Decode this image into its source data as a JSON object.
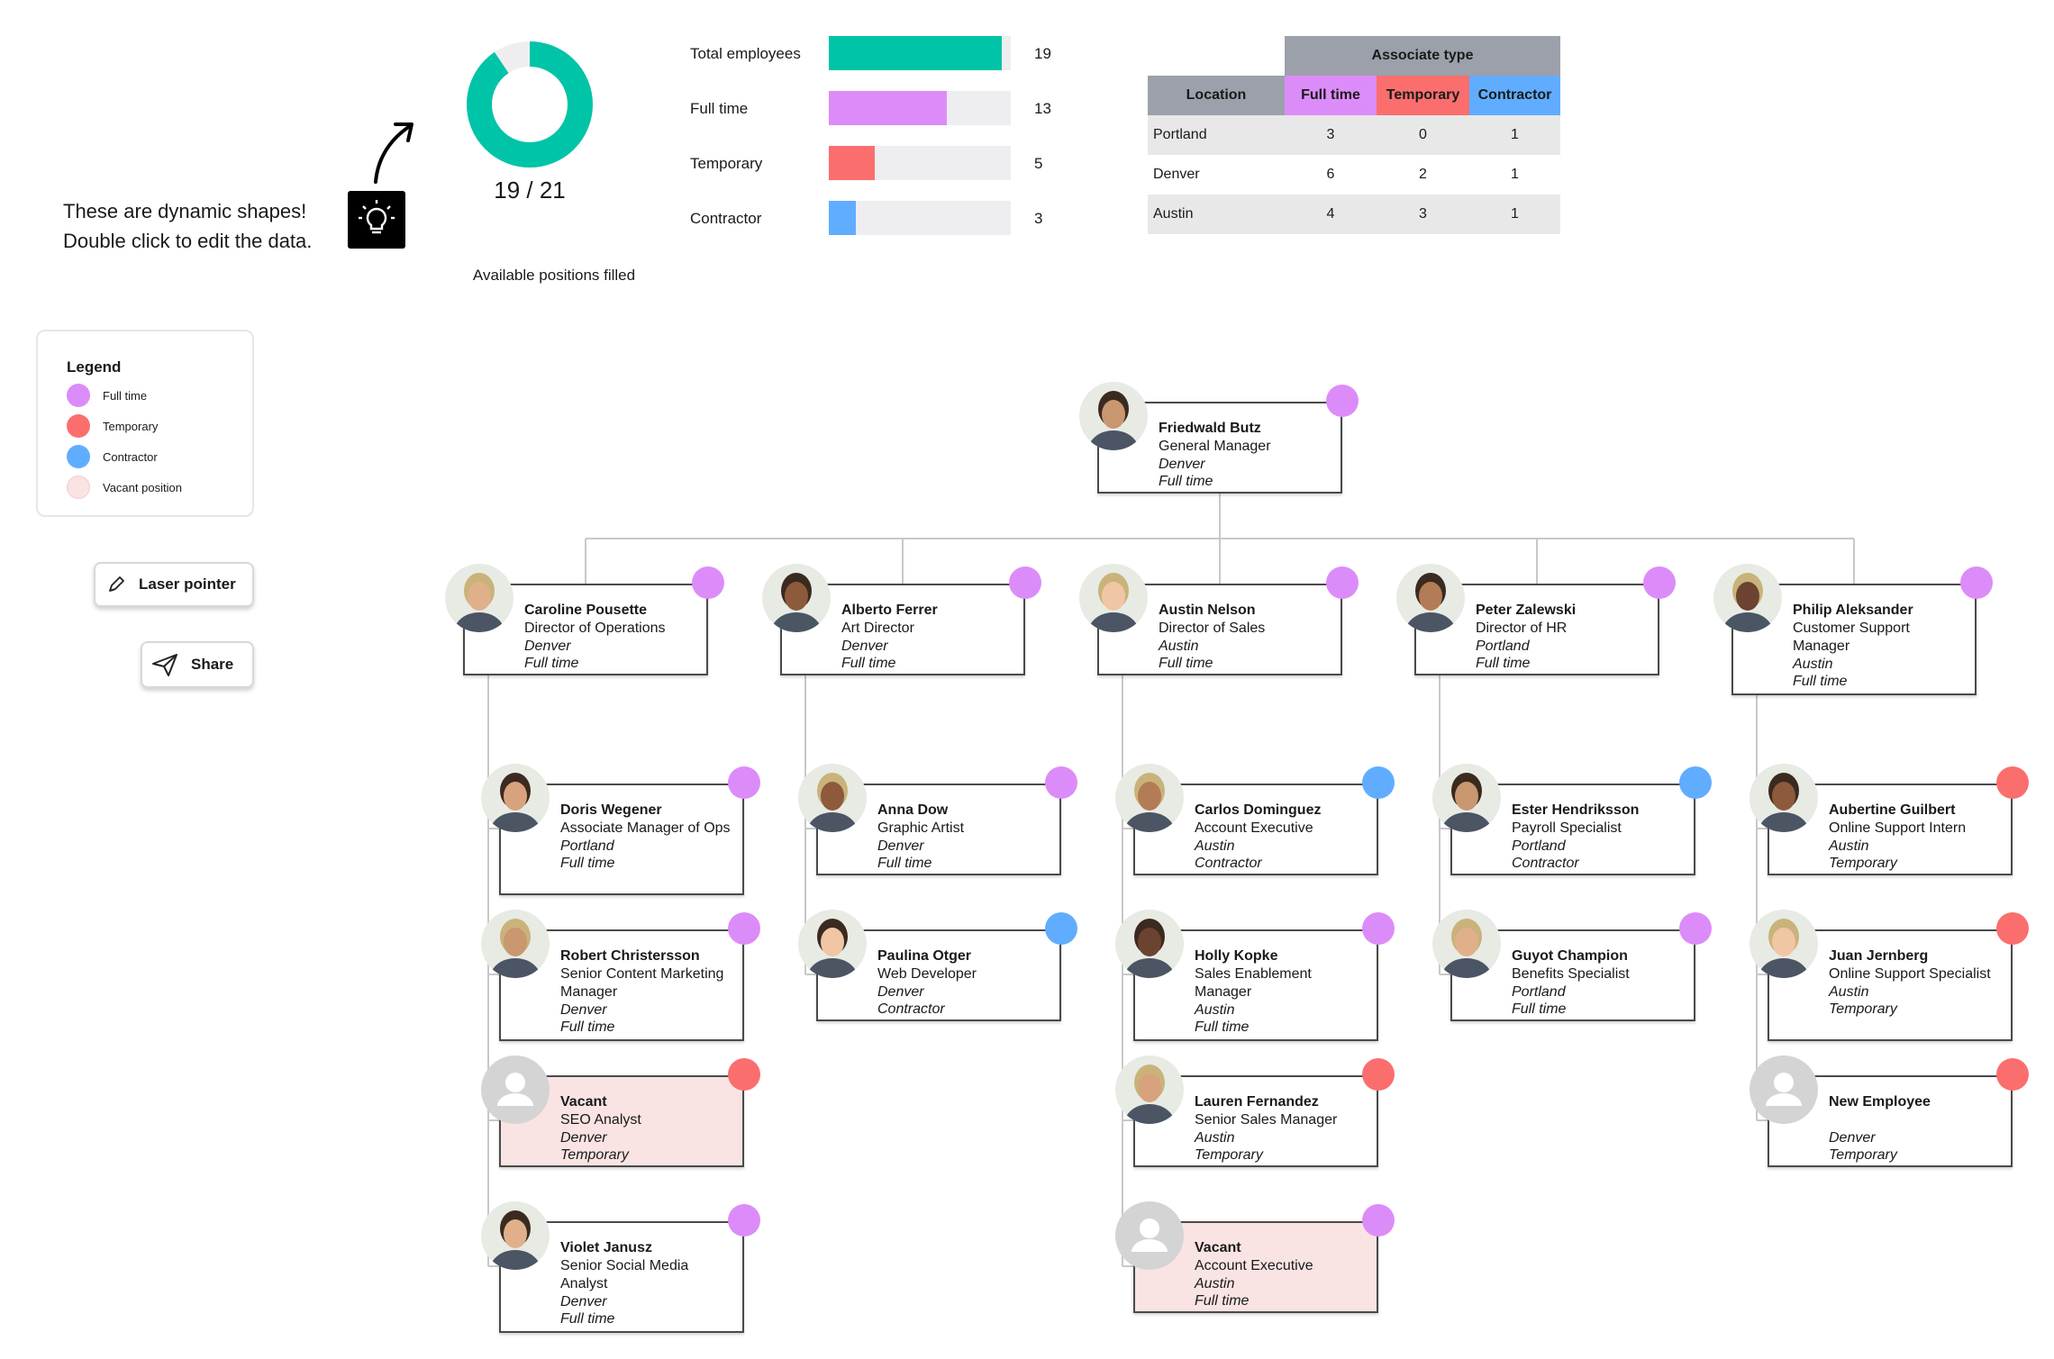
{
  "colors": {
    "full_time": "#dc8cf8",
    "temporary": "#fb6e6e",
    "contractor": "#60adff",
    "vacant": "#fbe3e3",
    "total": "#00c4a7",
    "track": "#eeeef0"
  },
  "hint": {
    "line1": "These are dynamic shapes!",
    "line2": "Double click to edit the data.",
    "icon": "lightbulb-icon"
  },
  "donut": {
    "filled": 19,
    "total": 21,
    "label": "19 / 21",
    "caption": "Available positions filled"
  },
  "bars": [
    {
      "label": "Total employees",
      "value": 19,
      "value_text": "19",
      "max": 20,
      "color": "#00c4a7"
    },
    {
      "label": "Full time",
      "value": 13,
      "value_text": "13",
      "max": 20,
      "color": "#dc8cf8"
    },
    {
      "label": "Temporary",
      "value": 5,
      "value_text": "5",
      "max": 20,
      "color": "#fb6e6e"
    },
    {
      "label": "Contractor",
      "value": 3,
      "value_text": "3",
      "max": 20,
      "color": "#60adff"
    }
  ],
  "table": {
    "group_header": "Associate type",
    "headers": [
      "Location",
      "Full time",
      "Temporary",
      "Contractor"
    ],
    "rows": [
      [
        "Portland",
        "3",
        "0",
        "1"
      ],
      [
        "Denver",
        "6",
        "2",
        "1"
      ],
      [
        "Austin",
        "4",
        "3",
        "1"
      ]
    ]
  },
  "legend": {
    "title": "Legend",
    "items": [
      "Full time",
      "Temporary",
      "Contractor",
      "Vacant position"
    ]
  },
  "buttons": {
    "laser": "Laser pointer",
    "share": "Share"
  },
  "org": {
    "root": {
      "name": "Friedwald Butz",
      "title": "General Manager",
      "location": "Denver",
      "type": "Full time"
    },
    "managers": [
      {
        "name": "Caroline Pousette",
        "title": "Director of Operations",
        "location": "Denver",
        "type": "Full time"
      },
      {
        "name": "Alberto Ferrer",
        "title": "Art Director",
        "location": "Denver",
        "type": "Full time"
      },
      {
        "name": "Austin Nelson",
        "title": "Director of Sales",
        "location": "Austin",
        "type": "Full time"
      },
      {
        "name": "Peter Zalewski",
        "title": "Director of HR",
        "location": "Portland",
        "type": "Full time"
      },
      {
        "name": "Philip Aleksander",
        "title": "Customer Support Manager",
        "location": "Austin",
        "type": "Full time"
      }
    ],
    "reports": [
      [
        {
          "name": "Doris Wegener",
          "title": "Associate Manager of Ops",
          "location": "Portland",
          "type": "Full time"
        },
        {
          "name": "Robert Christersson",
          "title": "Senior Content Marketing Manager",
          "location": "Denver",
          "type": "Full time"
        },
        {
          "name": "Vacant",
          "title": "SEO Analyst",
          "location": "Denver",
          "type": "Temporary",
          "vacant": true
        },
        {
          "name": "Violet Janusz",
          "title": "Senior Social Media Analyst",
          "location": "Denver",
          "type": "Full time"
        }
      ],
      [
        {
          "name": "Anna Dow",
          "title": "Graphic Artist",
          "location": "Denver",
          "type": "Full time"
        },
        {
          "name": "Paulina Otger",
          "title": "Web Developer",
          "location": "Denver",
          "type": "Contractor"
        }
      ],
      [
        {
          "name": "Carlos Dominguez",
          "title": "Account Executive",
          "location": "Austin",
          "type": "Contractor"
        },
        {
          "name": "Holly Kopke",
          "title": "Sales Enablement Manager",
          "location": "Austin",
          "type": "Full time"
        },
        {
          "name": "Lauren Fernandez",
          "title": "Senior Sales Manager",
          "location": "Austin",
          "type": "Temporary"
        },
        {
          "name": "Vacant",
          "title": "Account Executive",
          "location": "Austin",
          "type": "Full time",
          "vacant": true
        }
      ],
      [
        {
          "name": "Ester Hendriksson",
          "title": "Payroll Specialist",
          "location": "Portland",
          "type": "Contractor"
        },
        {
          "name": "Guyot Champion",
          "title": "Benefits Specialist",
          "location": "Portland",
          "type": "Full time"
        }
      ],
      [
        {
          "name": "Aubertine Guilbert",
          "title": "Online Support Intern",
          "location": "Austin",
          "type": "Temporary"
        },
        {
          "name": "Juan Jernberg",
          "title": "Online Support Specialist",
          "location": "Austin",
          "type": "Temporary"
        },
        {
          "name": "New Employee",
          "title": "",
          "location": "Denver",
          "type": "Temporary",
          "placeholder": true
        }
      ]
    ]
  }
}
